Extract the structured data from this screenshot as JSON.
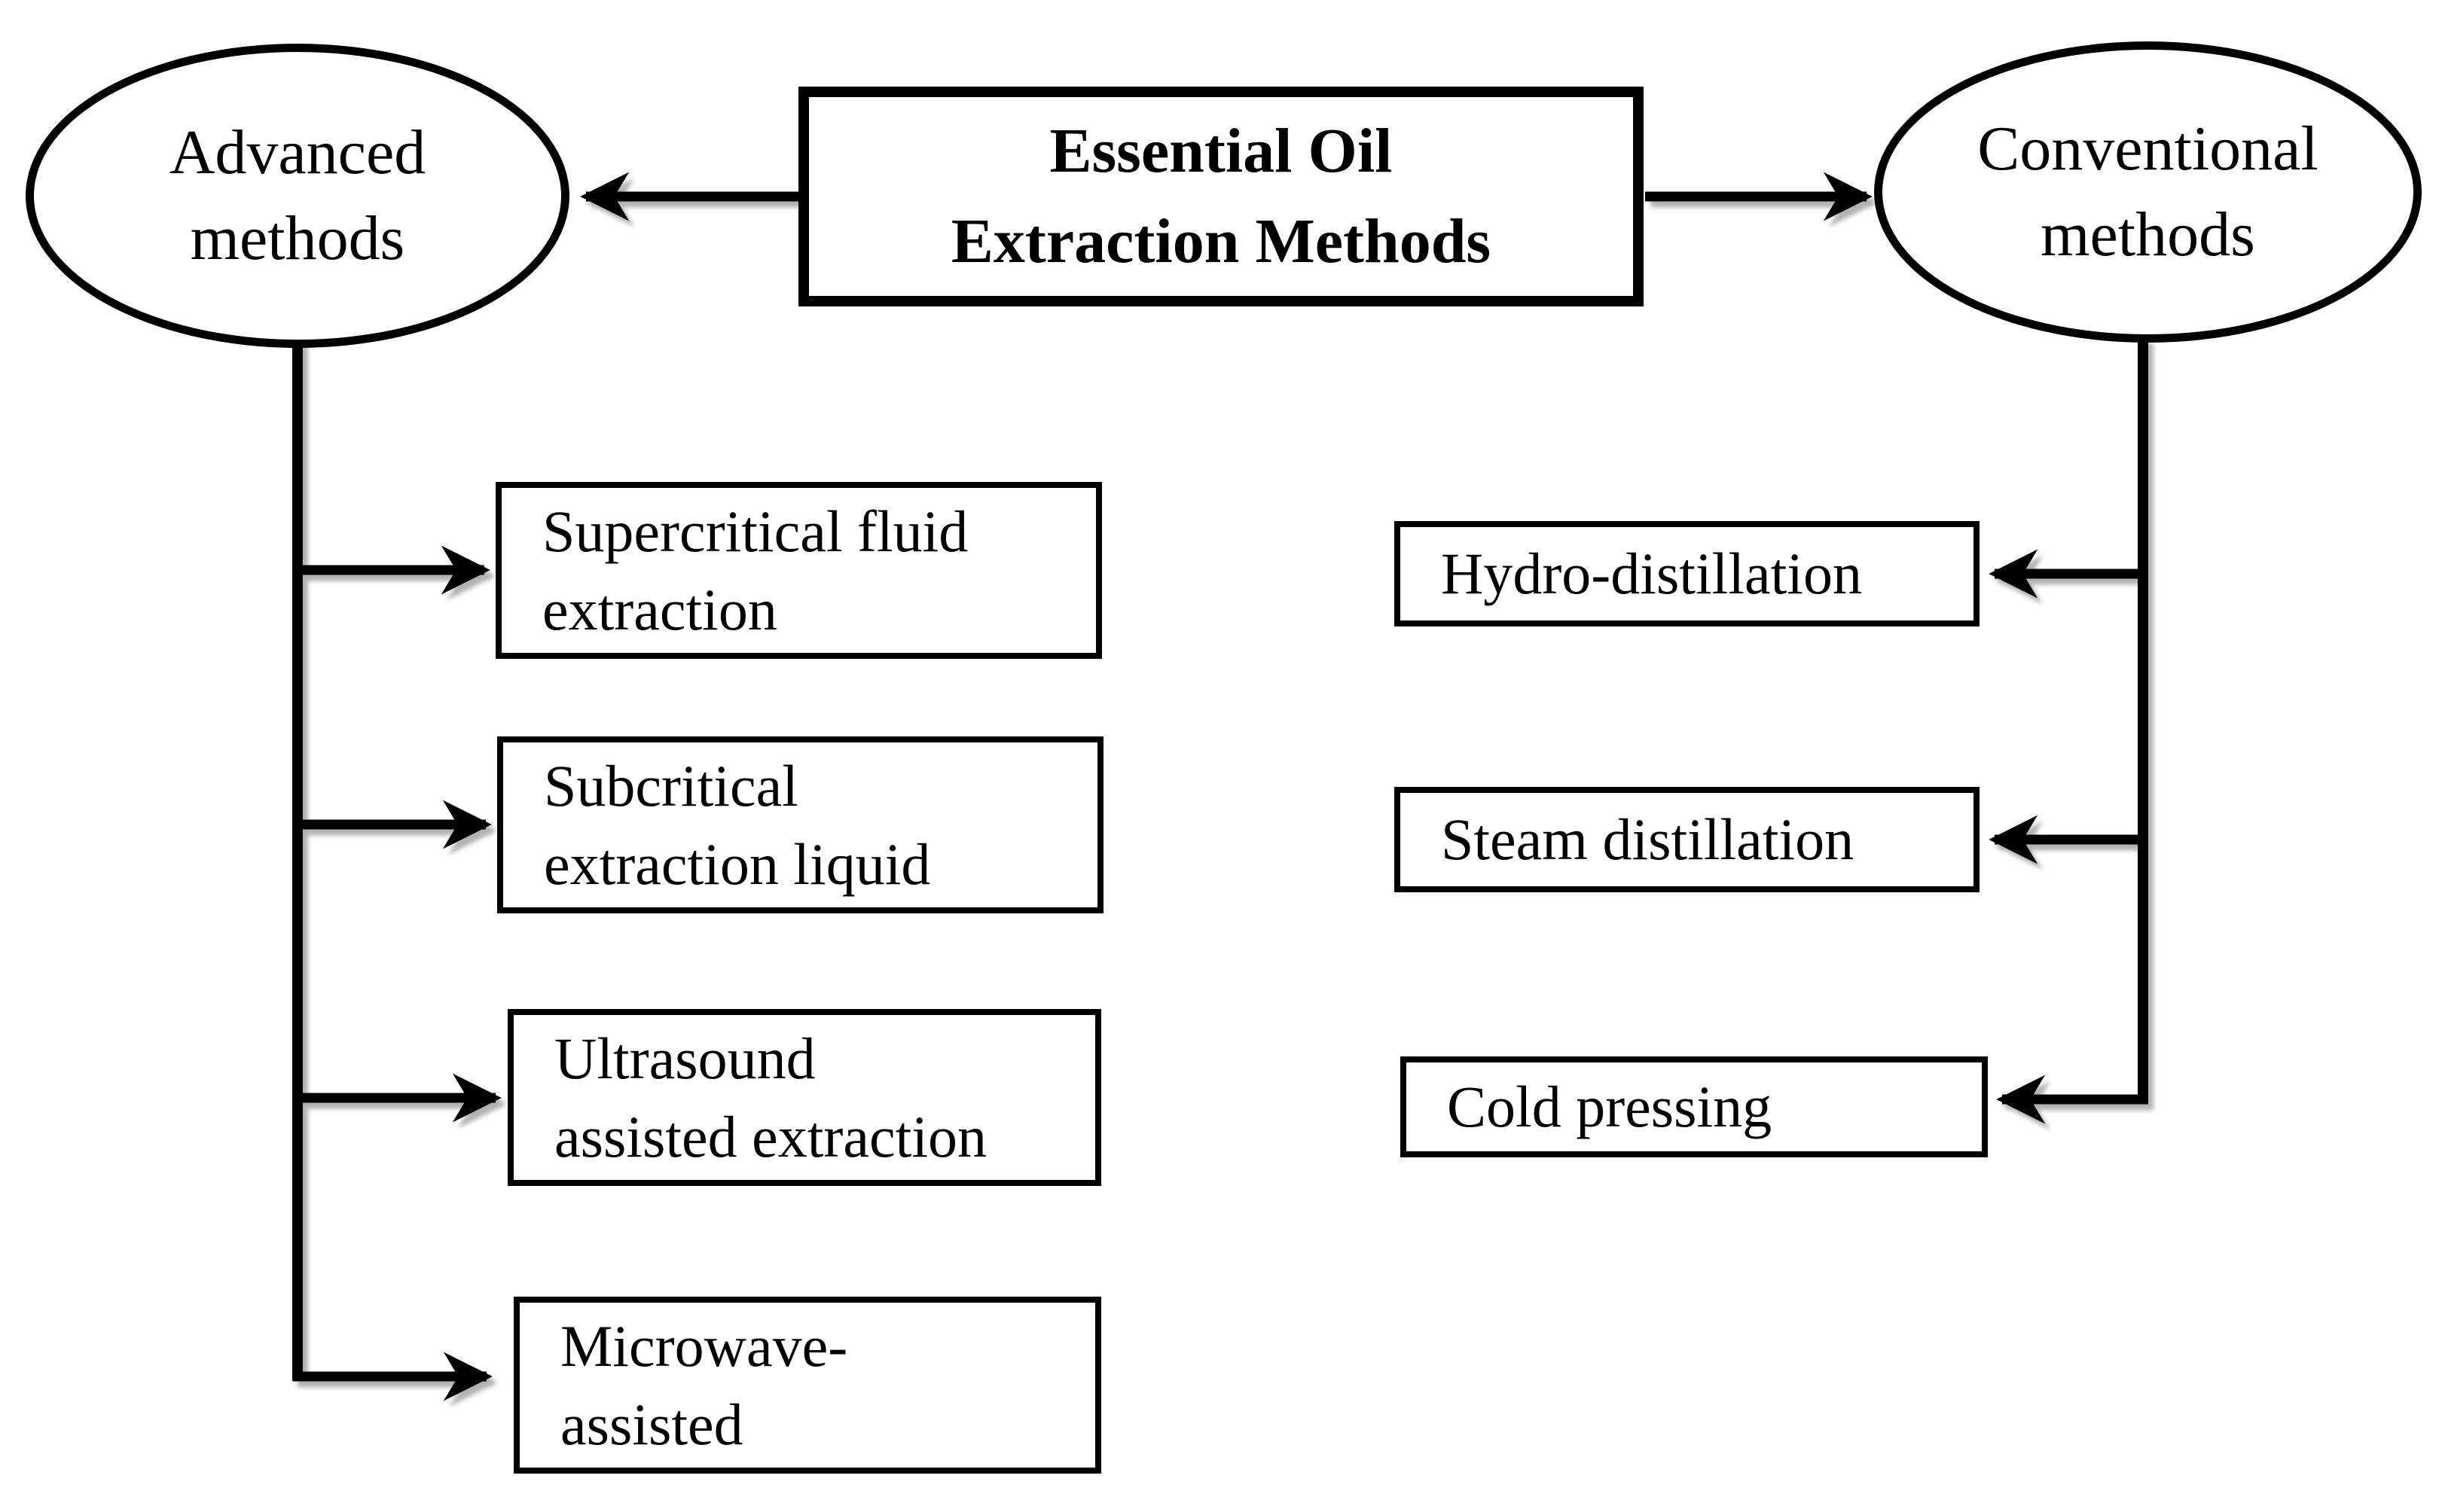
{
  "colors": {
    "ink": "#000000",
    "background": "#ffffff",
    "node_fill": "#ffffff"
  },
  "diagram": {
    "root": {
      "line1": "Essential Oil",
      "line2": "Extraction Methods"
    },
    "advanced": {
      "label": {
        "line1": "Advanced",
        "line2": "methods"
      },
      "methods": [
        {
          "line1": "Supercritical fluid",
          "line2": "extraction"
        },
        {
          "line1": "Subcritical",
          "line2": "extraction liquid"
        },
        {
          "line1": "Ultrasound",
          "line2": "assisted extraction"
        },
        {
          "line1": "Microwave-",
          "line2": "assisted"
        }
      ]
    },
    "conventional": {
      "label": {
        "line1": "Conventional",
        "line2": "methods"
      },
      "methods": [
        {
          "label": "Hydro-distillation"
        },
        {
          "label": "Steam distillation"
        },
        {
          "label": "Cold pressing"
        }
      ]
    }
  }
}
